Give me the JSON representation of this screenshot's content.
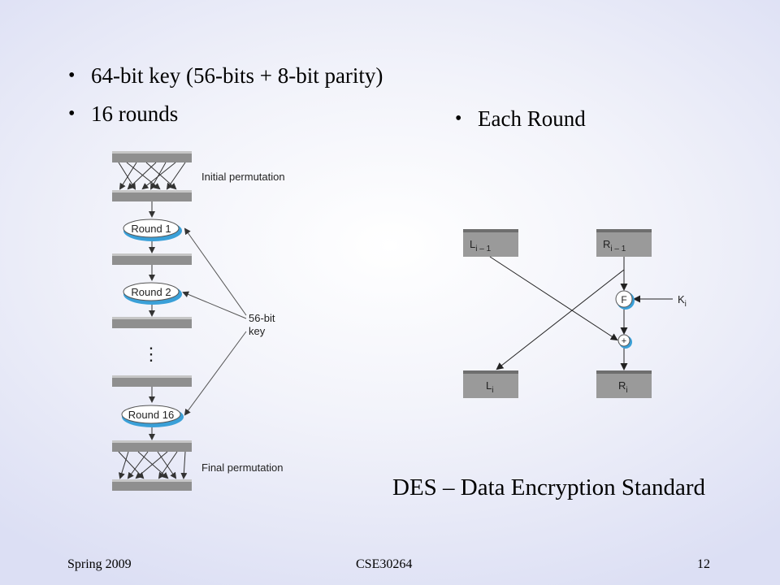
{
  "bullets": {
    "key": "64-bit key (56-bits + 8-bit parity)",
    "rounds": "16 rounds",
    "each_round": "Each Round"
  },
  "bullet_glyph": "•",
  "left_diagram": {
    "initial_permutation": "Initial permutation",
    "final_permutation": "Final permutation",
    "round_1": "Round 1",
    "round_2": "Round 2",
    "round_16": "Round 16",
    "ellipsis": "⋮",
    "key_line1": "56-bit",
    "key_line2": "key"
  },
  "round_diagram": {
    "l_prev": "L",
    "l_prev_sub": "i – 1",
    "r_prev": "R",
    "r_prev_sub": "i – 1",
    "f_label": "F",
    "k_label": "K",
    "k_sub": "i",
    "xor_label": "+",
    "l_next": "L",
    "l_next_sub": "i",
    "r_next": "R",
    "r_next_sub": "i"
  },
  "caption": "DES – Data Encryption Standard",
  "footer": {
    "left": "Spring 2009",
    "center": "CSE30264",
    "page": "12"
  },
  "colors": {
    "bar": "#8f8f8f",
    "bar_top": "#c6c6c6",
    "round_oval_edge": "#3aa0d8",
    "box_fill": "#9a9a9a"
  }
}
